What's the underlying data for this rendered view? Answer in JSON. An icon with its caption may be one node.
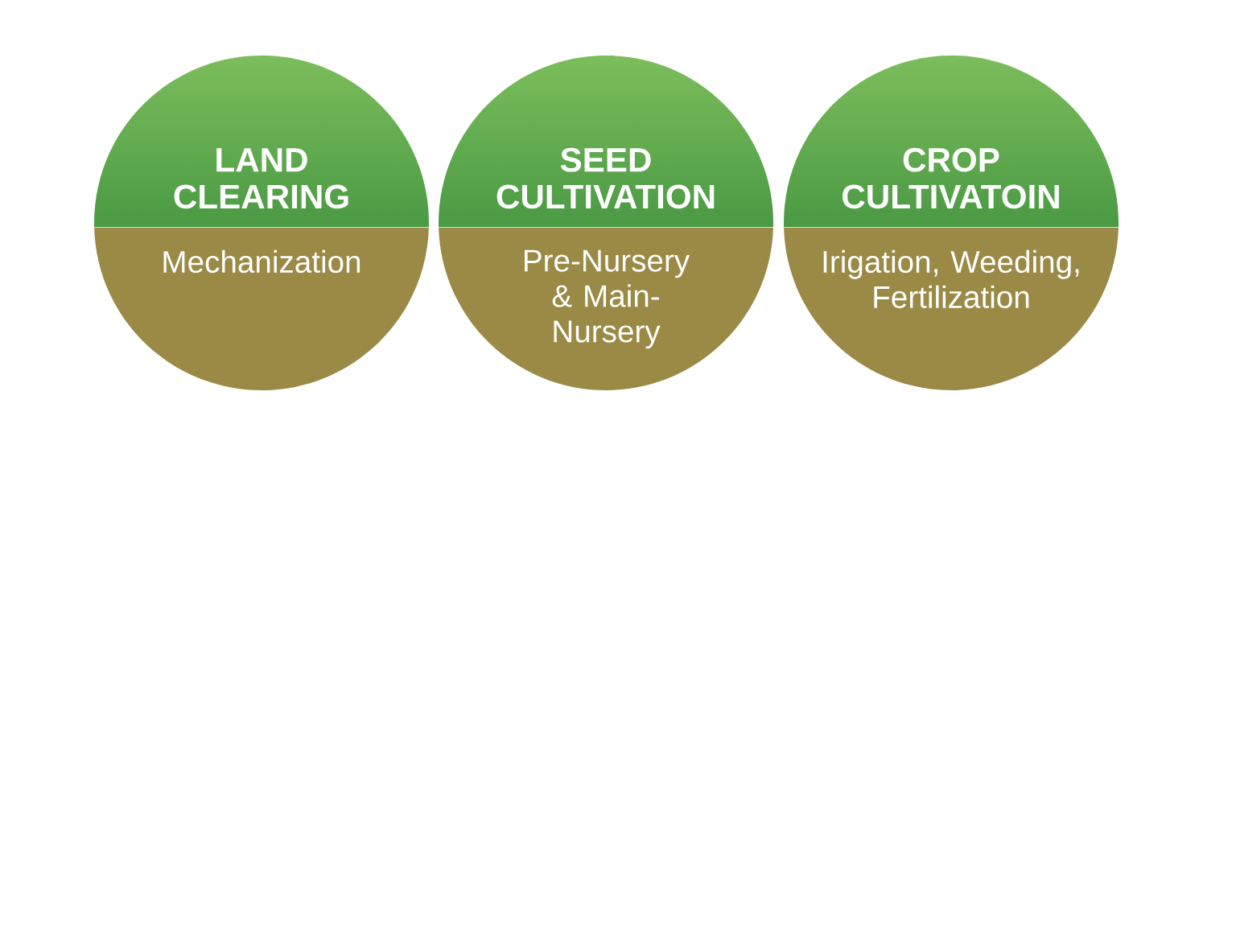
{
  "diagram": {
    "nodes": [
      {
        "text": [
          "LAND CLEARING",
          "Mechanization"
        ]
      },
      {
        "text": [
          "SEED CULTIVATION",
          "Pre-Nursery & Main-Nursery"
        ]
      },
      {
        "text": [
          "CROP CULTIVATOIN",
          "Irigation, Weeding, Fertilization"
        ]
      }
    ]
  }
}
